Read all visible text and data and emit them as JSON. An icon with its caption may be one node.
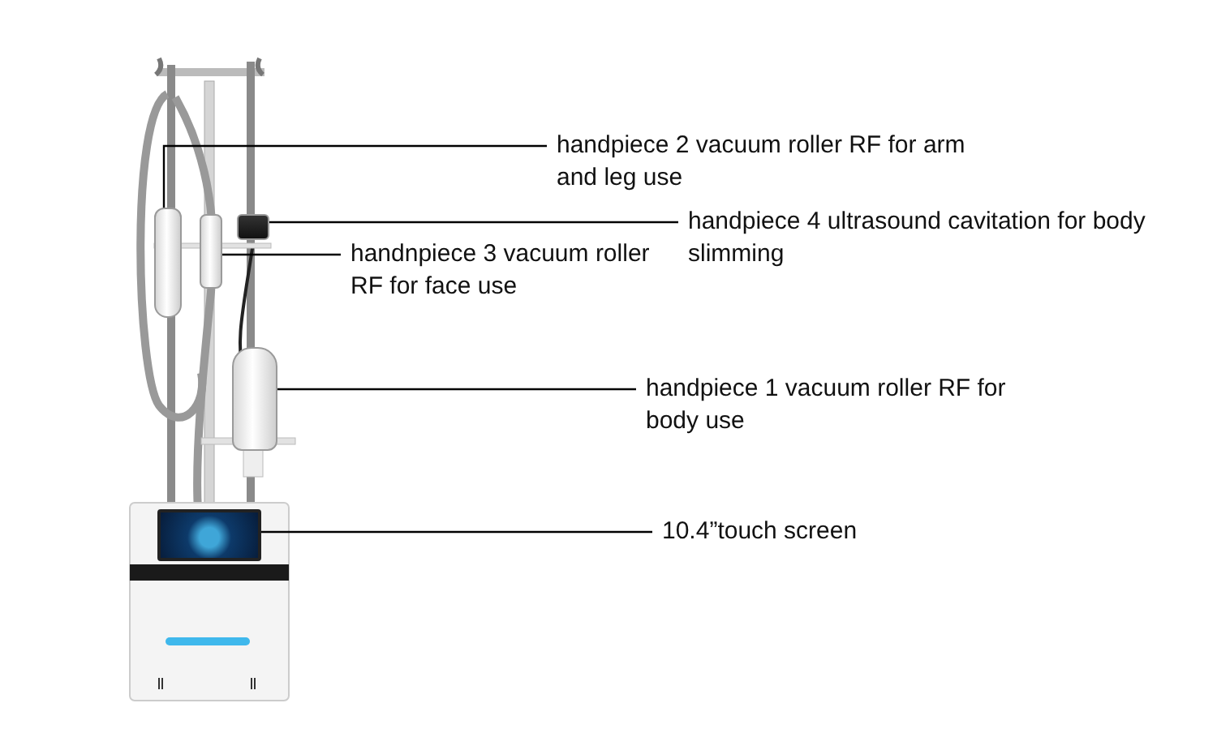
{
  "diagram": {
    "nodes": [
      {
        "text": [
          "handpiece 2 vacuum roller RF for arm and leg use"
        ]
      },
      {
        "text": [
          "handpiece 4 ultrasound cavitation for body slimming"
        ]
      },
      {
        "text": [
          "handnpiece 3 vacuum roller RF for face use"
        ]
      },
      {
        "text": [
          "handpiece 1 vacuum roller RF for body use"
        ]
      },
      {
        "text": [
          "10.4”touch screen"
        ]
      },
      {
        "text": [],
        "shape": "picture"
      },
      {
        "text": [],
        "shape": "picture"
      },
      {
        "text": [],
        "shape": "picture"
      },
      {
        "text": [],
        "shape": "picture"
      },
      {
        "text": [],
        "shape": "picture"
      }
    ],
    "edges": [
      {
        "from": 0,
        "to": 5,
        "arrow": "none"
      },
      {
        "from": 1,
        "to": 7,
        "arrow": "none"
      },
      {
        "from": 2,
        "to": 6,
        "arrow": "none"
      },
      {
        "from": 3,
        "to": 8,
        "arrow": "none"
      },
      {
        "from": 4,
        "to": 9,
        "arrow": "none"
      }
    ]
  }
}
